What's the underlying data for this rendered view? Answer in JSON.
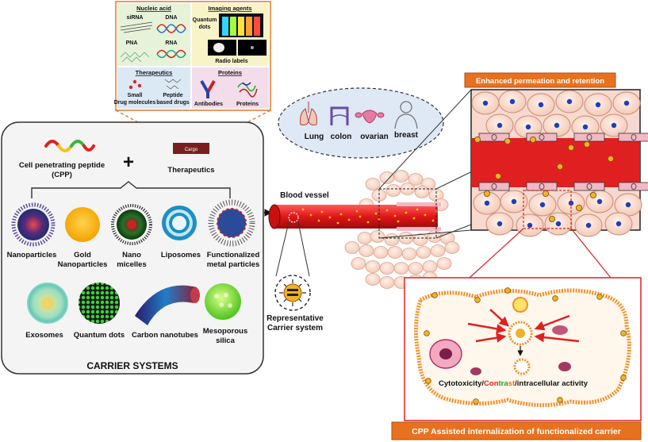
{
  "cargo_panel": {
    "nucleic_acid": {
      "title": "Nucleic acid",
      "sirna": "siRNA",
      "dna": "DNA",
      "pna": "PNA",
      "rna": "RNA"
    },
    "imaging_agents": {
      "title": "Imaging agents",
      "quantum_line1": "Quantum",
      "quantum_line2": "dots",
      "radio_labels": "Radio labels"
    },
    "therapeutics": {
      "title": "Therapeutics",
      "small_line1": "Small",
      "small_line2": "Drug molecules",
      "peptide_line1": "Peptide",
      "peptide_line2": "based drugs"
    },
    "proteins": {
      "title": "Proteins",
      "antibodies": "Antibodies",
      "proteins": "Proteins"
    }
  },
  "carrier_box": {
    "cpp_line1": "Cell penetrating peptide",
    "cpp_line2": "(CPP)",
    "plus": "+",
    "cargo": "Cargo",
    "therapeutics": "Therapeutics",
    "row1": [
      {
        "line1": "Nanoparticles",
        "line2": ""
      },
      {
        "line1": "Gold",
        "line2": "Nanoparticles"
      },
      {
        "line1": "Nano",
        "line2": "micelles"
      },
      {
        "line1": "Liposomes",
        "line2": ""
      },
      {
        "line1": "Functionalized",
        "line2": "metal particles"
      }
    ],
    "row2": [
      {
        "line1": "Exosomes",
        "line2": ""
      },
      {
        "line1": "Quantum dots",
        "line2": ""
      },
      {
        "line1": "Carbon nanotubes",
        "line2": ""
      },
      {
        "line1": "Mesoporous",
        "line2": "silica"
      }
    ],
    "footer": "CARRIER SYSTEMS"
  },
  "organs": {
    "lung": "Lung",
    "colon": "colon",
    "ovarian": "ovarian",
    "breast": "breast"
  },
  "blood_vessel": "Blood vessel",
  "representative": {
    "line1": "Representative",
    "line2": "Carrier system"
  },
  "epr_title": "Enhanced permeation and retention",
  "cell_panel": {
    "caption_parts": [
      "Cytotoxicity/",
      "Con",
      "tra",
      "st",
      "/intracellular activity"
    ],
    "footer": "CPP Assisted  internalization of functionalized carrier"
  },
  "colors": {
    "orange_header": "#e8711f",
    "blood_red": "#e02020",
    "tissue_pink": "#f7d9cf",
    "nucleus_blue": "#1f3fb8",
    "dashed_orange": "#e07a2a"
  }
}
